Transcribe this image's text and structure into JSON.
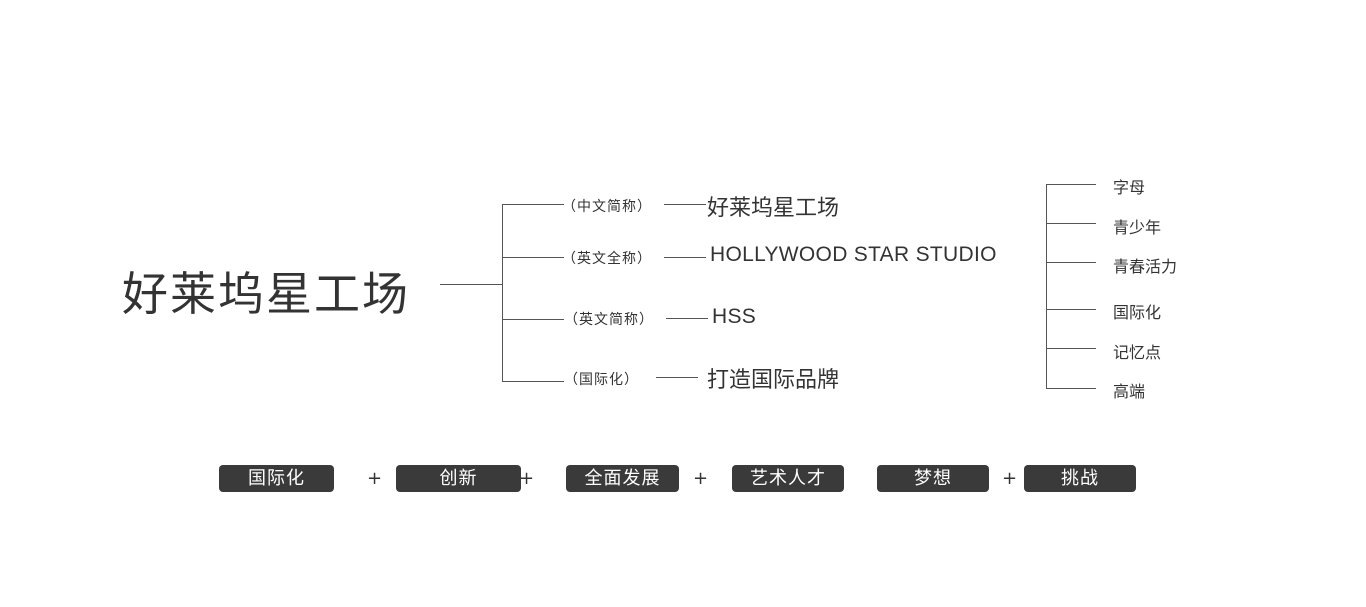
{
  "title": "好莱坞星工场",
  "branches": [
    {
      "tag": "（中文简称）",
      "value": "好莱坞星工场"
    },
    {
      "tag": "（英文全称）",
      "value": "HOLLYWOOD STAR STUDIO"
    },
    {
      "tag": "（英文简称）",
      "value": "HSS"
    },
    {
      "tag": "（国际化）",
      "value": "打造国际品牌"
    }
  ],
  "keywords": [
    "字母",
    "青少年",
    "青春活力",
    "国际化",
    "记忆点",
    "高端"
  ],
  "values": [
    "国际化",
    "创新",
    "全面发展",
    "艺术人才",
    "梦想",
    "挑战"
  ],
  "plus_sign": "+",
  "colors": {
    "text": "#333333",
    "line": "#555555",
    "pill": "#3a3a3a",
    "pill_text": "#ffffff"
  }
}
